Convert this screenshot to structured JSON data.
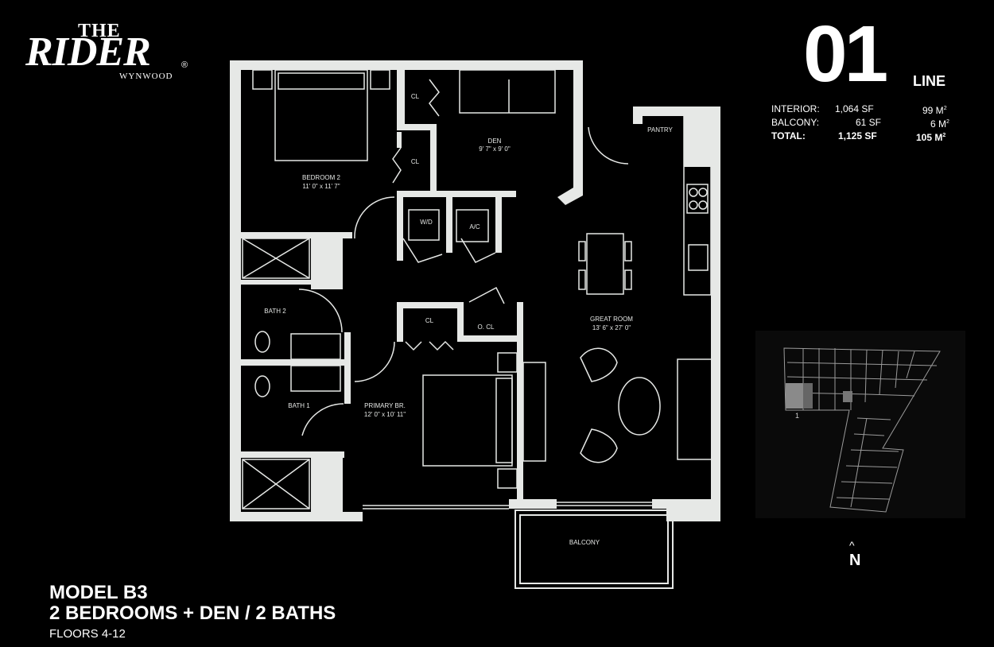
{
  "brand": {
    "the": "THE",
    "rider": "RIDER",
    "location": "WYNWOOD",
    "reg": "®"
  },
  "line": {
    "number": "01",
    "word": "LINE"
  },
  "areas": [
    {
      "label": "INTERIOR:",
      "sf": "1,064 SF",
      "m": "99 M",
      "sup": "2"
    },
    {
      "label": "BALCONY:",
      "sf": "61 SF",
      "m": "6 M",
      "sup": "2"
    },
    {
      "label": "TOTAL:",
      "sf": "1,125 SF",
      "m": "105 M",
      "sup": "2"
    }
  ],
  "rooms": {
    "cl1": "CL",
    "cl2": "CL",
    "cl3": "CL",
    "den": "DEN",
    "den_dim": "9' 7\" x 9' 0\"",
    "pantry": "PANTRY",
    "bedroom2": "BEDROOM 2",
    "bedroom2_dim": "11' 0\" x 11' 7\"",
    "wd": "W/D",
    "ac": "A/C",
    "bath2": "BATH 2",
    "bath1": "BATH 1",
    "ocl": "O. CL",
    "great": "GREAT ROOM",
    "great_dim": "13' 6\" x 27' 0\"",
    "primary": "PRIMARY BR.",
    "primary_dim": "12' 0\" x 10' 11\"",
    "balcony": "BALCONY"
  },
  "keyplan": {
    "unit_number": "1"
  },
  "north": {
    "arrow": "^",
    "label": "N"
  },
  "model": {
    "name": "MODEL  B3",
    "beds": "2 BEDROOMS + DEN / 2 BATHS",
    "floors": "FLOORS 4-12"
  },
  "colors": {
    "wall": "#e6e8e6",
    "background": "#000000"
  }
}
